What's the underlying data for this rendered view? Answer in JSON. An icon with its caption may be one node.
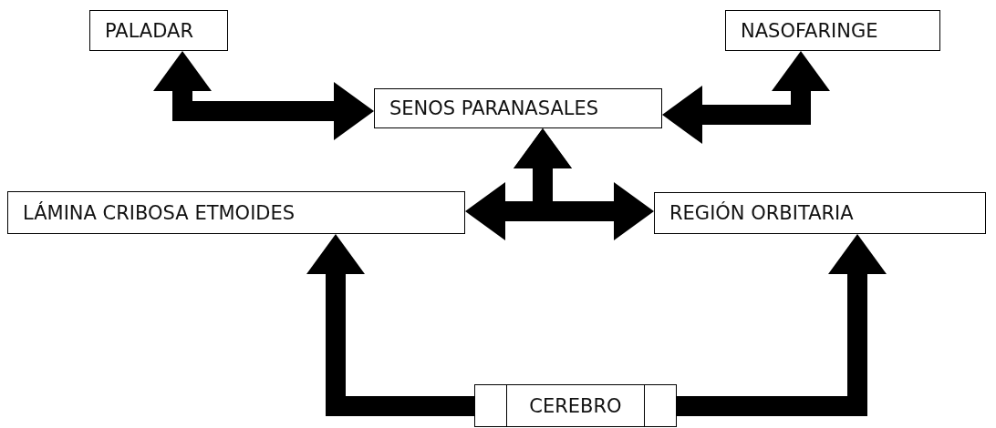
{
  "diagram": {
    "nodes": [
      {
        "text": [
          "PALADAR"
        ]
      },
      {
        "text": [
          "NASOFARINGE"
        ]
      },
      {
        "text": [
          "SENOS PARANASALES"
        ]
      },
      {
        "text": [
          "LÁMINA CRIBOSA ETMOIDES"
        ]
      },
      {
        "text": [
          "REGIÓN ORBITARIA"
        ]
      },
      {
        "text": [
          "CEREBRO"
        ]
      }
    ],
    "edges": [
      {
        "from": 0,
        "to": 2,
        "arrow": "both"
      },
      {
        "from": 1,
        "to": 2,
        "arrow": "both"
      },
      {
        "from": 2,
        "to": 3,
        "arrow": "both"
      },
      {
        "from": 2,
        "to": 4,
        "arrow": "both"
      },
      {
        "from": 5,
        "to": 3,
        "arrow": "to"
      },
      {
        "from": 5,
        "to": 4,
        "arrow": "to"
      }
    ]
  }
}
